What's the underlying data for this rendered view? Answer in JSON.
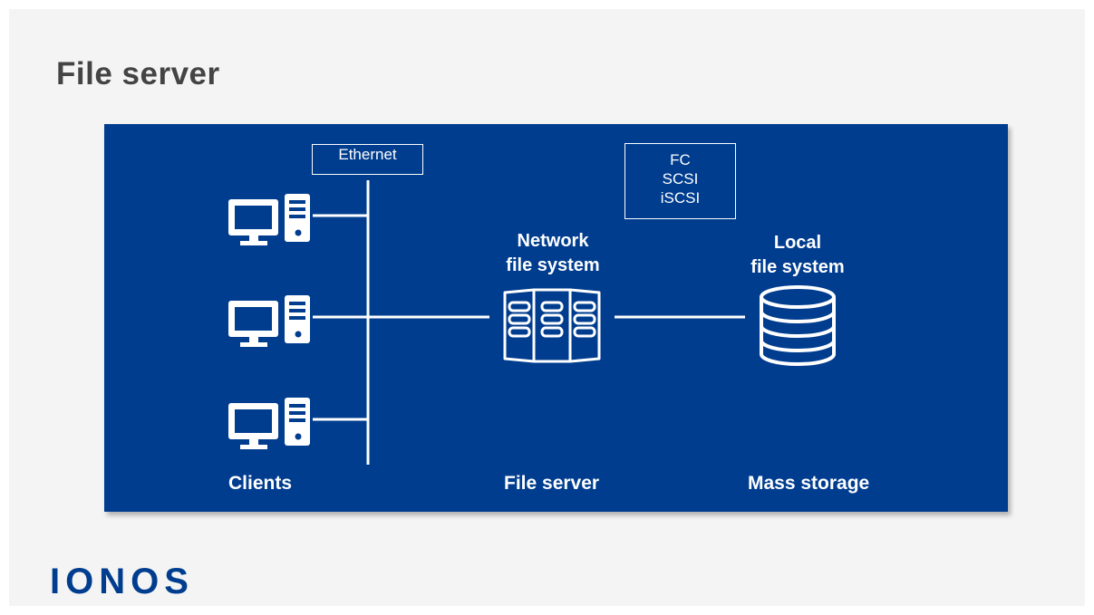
{
  "title": "File server",
  "colors": {
    "panel": "#003d8f",
    "foreground": "#ffffff",
    "title": "#444444",
    "background": "#f4f4f4"
  },
  "diagram": {
    "ethernet_label": "Ethernet",
    "protocols": [
      "FC",
      "SCSI",
      "iSCSI"
    ],
    "network_fs_label": [
      "Network",
      "file system"
    ],
    "local_fs_label": [
      "Local",
      "file system"
    ],
    "bottom_labels": {
      "clients": "Clients",
      "file_server": "File server",
      "mass_storage": "Mass storage"
    },
    "icons": [
      "computer-icon",
      "computer-icon",
      "computer-icon",
      "server-rack-icon",
      "database-icon"
    ]
  },
  "logo": "IONOS"
}
